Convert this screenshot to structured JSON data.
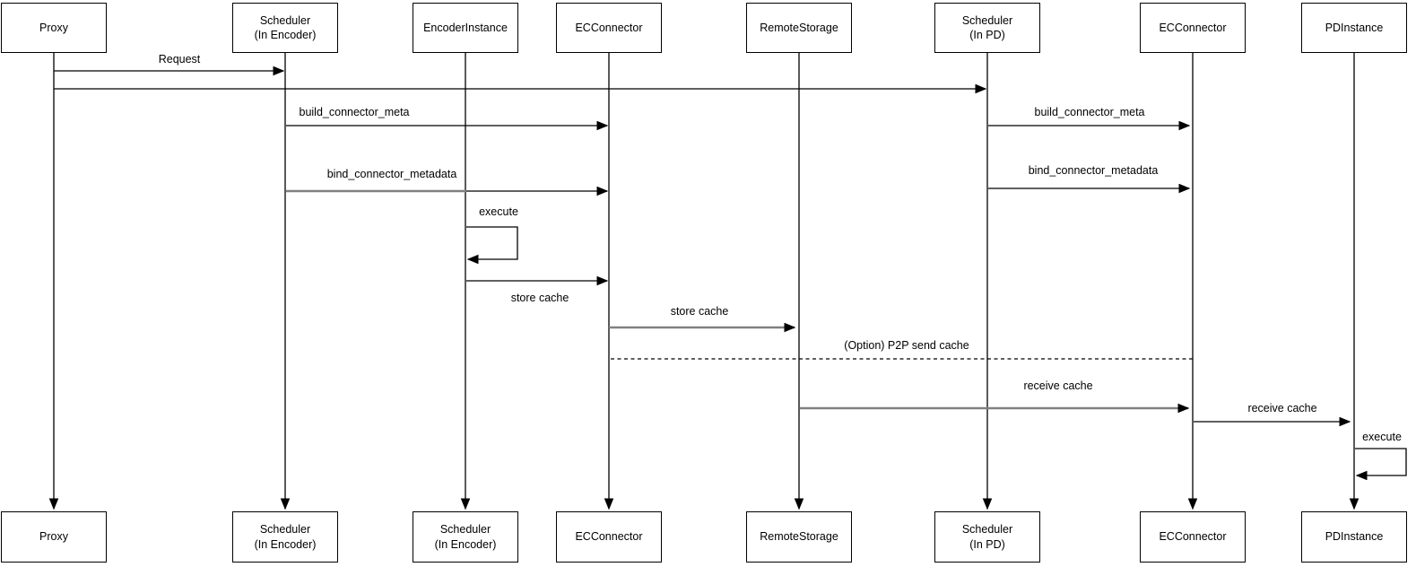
{
  "diagram": {
    "type": "sequence-diagram",
    "colors": {
      "background": "#ffffff",
      "line": "#000000",
      "text": "#000000",
      "muted_arrow": "#808080"
    },
    "participants": [
      {
        "id": "proxy",
        "top_label": "Proxy",
        "bottom_label": "Proxy"
      },
      {
        "id": "scheduler-encoder",
        "top_label": "Scheduler\n(In Encoder)",
        "bottom_label": "Scheduler\n(In Encoder)"
      },
      {
        "id": "encoder-instance",
        "top_label": "EncoderInstance",
        "bottom_label": "Scheduler\n(In Encoder)"
      },
      {
        "id": "ec-connector",
        "top_label": "ECConnector",
        "bottom_label": "ECConnector"
      },
      {
        "id": "remote-storage",
        "top_label": "RemoteStorage",
        "bottom_label": "RemoteStorage"
      },
      {
        "id": "scheduler-pd",
        "top_label": "Scheduler\n(In PD)",
        "bottom_label": "Scheduler\n(In PD)"
      },
      {
        "id": "ec-connector-pd",
        "top_label": "ECConnector",
        "bottom_label": "ECConnector"
      },
      {
        "id": "pd-instance",
        "top_label": "PDInstance",
        "bottom_label": "PDInstance"
      }
    ],
    "messages": [
      {
        "id": "request",
        "label": "Request",
        "from": "Proxy",
        "to": "Scheduler (In Encoder)",
        "style": "solid"
      },
      {
        "id": "forward-request",
        "label": "",
        "from": "Proxy",
        "to": "Scheduler (In PD)",
        "style": "solid"
      },
      {
        "id": "build-connector-meta-encoder",
        "label": "build_connector_meta",
        "from": "Scheduler (In Encoder)",
        "to": "ECConnector",
        "style": "solid"
      },
      {
        "id": "bind-connector-metadata-encoder",
        "label": "bind_connector_metadata",
        "from": "Scheduler (In Encoder)",
        "to": "ECConnector",
        "style": "solid-with-muted-segment"
      },
      {
        "id": "execute-encoder",
        "label": "execute",
        "from": "EncoderInstance",
        "to": "EncoderInstance",
        "style": "self-loop"
      },
      {
        "id": "store-cache-connector",
        "label": "store cache",
        "from": "EncoderInstance",
        "to": "ECConnector",
        "style": "solid"
      },
      {
        "id": "store-cache-remote",
        "label": "store cache",
        "from": "ECConnector",
        "to": "RemoteStorage",
        "style": "muted"
      },
      {
        "id": "p2p-send-cache",
        "label": "(Option) P2P send cache",
        "from": "ECConnector",
        "to": "ECConnector (PD side)",
        "style": "dashed"
      },
      {
        "id": "receive-cache-remote",
        "label": "receive cache",
        "from": "RemoteStorage",
        "to": "ECConnector (PD side)",
        "style": "muted"
      },
      {
        "id": "build-connector-meta-pd",
        "label": "build_connector_meta",
        "from": "Scheduler (In PD)",
        "to": "ECConnector (PD side)",
        "style": "solid"
      },
      {
        "id": "bind-connector-metadata-pd",
        "label": "bind_connector_metadata",
        "from": "Scheduler (In PD)",
        "to": "ECConnector (PD side)",
        "style": "solid"
      },
      {
        "id": "receive-cache-pd",
        "label": "receive cache",
        "from": "ECConnector (PD side)",
        "to": "PDInstance",
        "style": "solid"
      },
      {
        "id": "execute-pd",
        "label": "execute",
        "from": "PDInstance",
        "to": "PDInstance",
        "style": "self-loop"
      }
    ]
  }
}
